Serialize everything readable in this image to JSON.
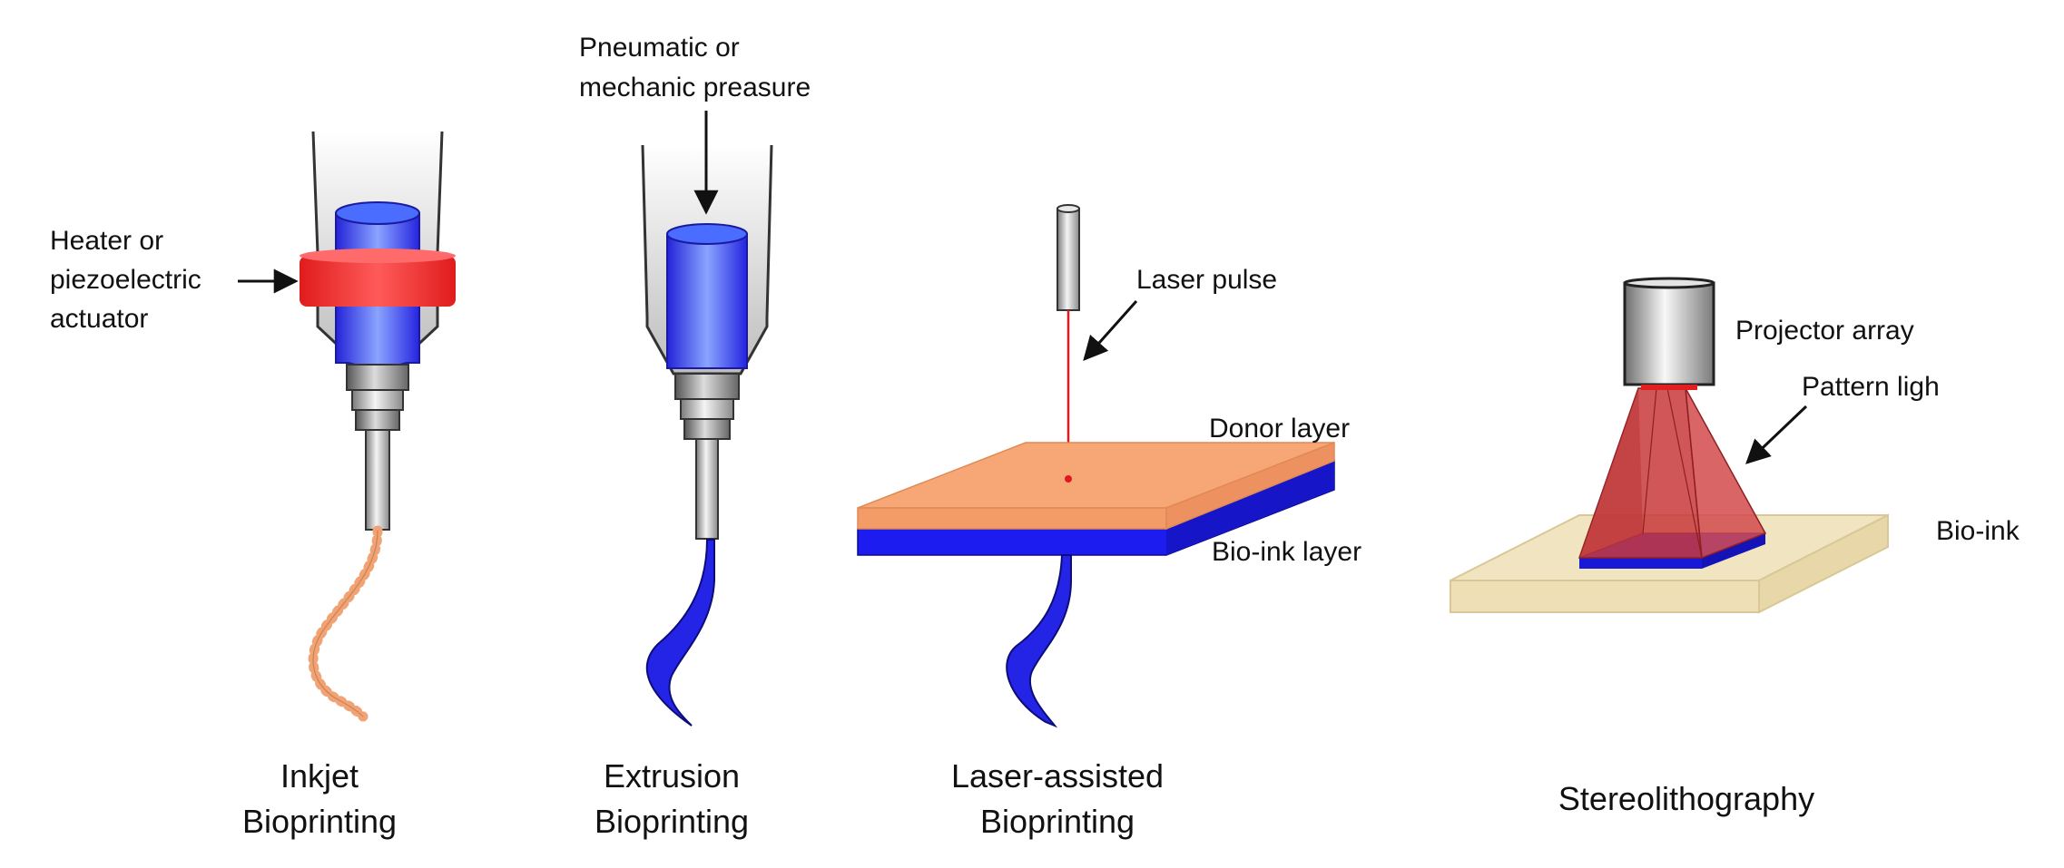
{
  "panels": {
    "inkjet": {
      "caption_line1": "Inkjet",
      "caption_line2": "Bioprinting",
      "heater_label_line1": "Heater or",
      "heater_label_line2": "piezoelectric",
      "heater_label_line3": "actuator"
    },
    "extrusion": {
      "caption_line1": "Extrusion",
      "caption_line2": "Bioprinting",
      "pressure_label_line1": "Pneumatic or",
      "pressure_label_line2": "mechanic preasure"
    },
    "laser": {
      "caption_line1": "Laser-assisted",
      "caption_line2": "Bioprinting",
      "laser_pulse_label": "Laser pulse",
      "donor_layer_label": "Donor layer",
      "bioink_layer_label": "Bio-ink layer"
    },
    "stereo": {
      "caption": "Stereolithography",
      "projector_label": "Projector array",
      "pattern_label": "Pattern ligh",
      "bioink_label": "Bio-ink"
    }
  },
  "colors": {
    "bioink_blue": "#1c1cf0",
    "heater_red": "#ee2a2a",
    "donor_orange": "#f7a776",
    "laser_red": "#e0191f",
    "pattern_light": "#c8383a",
    "bioink_tray": "#f1e4c0"
  }
}
